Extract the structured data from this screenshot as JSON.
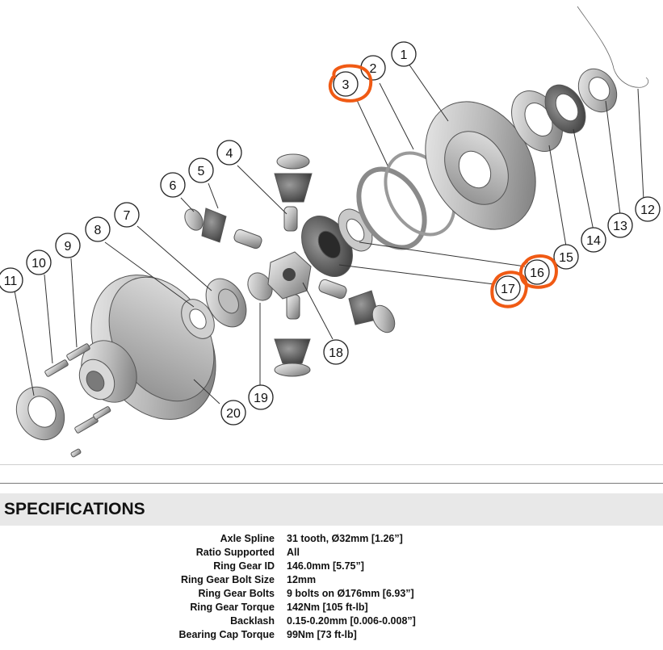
{
  "diagram": {
    "callouts": [
      {
        "id": "1",
        "label": "1"
      },
      {
        "id": "2",
        "label": "2"
      },
      {
        "id": "3",
        "label": "3"
      },
      {
        "id": "4",
        "label": "4"
      },
      {
        "id": "5",
        "label": "5"
      },
      {
        "id": "6",
        "label": "6"
      },
      {
        "id": "7",
        "label": "7"
      },
      {
        "id": "8",
        "label": "8"
      },
      {
        "id": "9",
        "label": "9"
      },
      {
        "id": "10",
        "label": "10"
      },
      {
        "id": "11",
        "label": "11"
      },
      {
        "id": "12",
        "label": "12"
      },
      {
        "id": "13",
        "label": "13"
      },
      {
        "id": "14",
        "label": "14"
      },
      {
        "id": "15",
        "label": "15"
      },
      {
        "id": "16",
        "label": "16"
      },
      {
        "id": "17",
        "label": "17"
      },
      {
        "id": "18",
        "label": "18"
      },
      {
        "id": "19",
        "label": "19"
      },
      {
        "id": "20",
        "label": "20"
      }
    ],
    "highlighted": [
      "3",
      "16",
      "17"
    ],
    "highlight_color": "#f05a14"
  },
  "specifications": {
    "title": "SPECIFICATIONS",
    "rows": [
      {
        "label": "Axle Spline",
        "value": "31 tooth, Ø32mm [1.26”]"
      },
      {
        "label": "Ratio Supported",
        "value": "All"
      },
      {
        "label": "Ring Gear ID",
        "value": "146.0mm [5.75”]"
      },
      {
        "label": "Ring Gear Bolt Size",
        "value": "12mm"
      },
      {
        "label": "Ring Gear Bolts",
        "value": "9 bolts on Ø176mm [6.93”]"
      },
      {
        "label": "Ring Gear Torque",
        "value": "142Nm [105 ft-lb]"
      },
      {
        "label": "Backlash",
        "value": "0.15-0.20mm [0.006-0.008”]"
      },
      {
        "label": "Bearing Cap Torque",
        "value": "99Nm [73 ft-lb]"
      }
    ]
  }
}
